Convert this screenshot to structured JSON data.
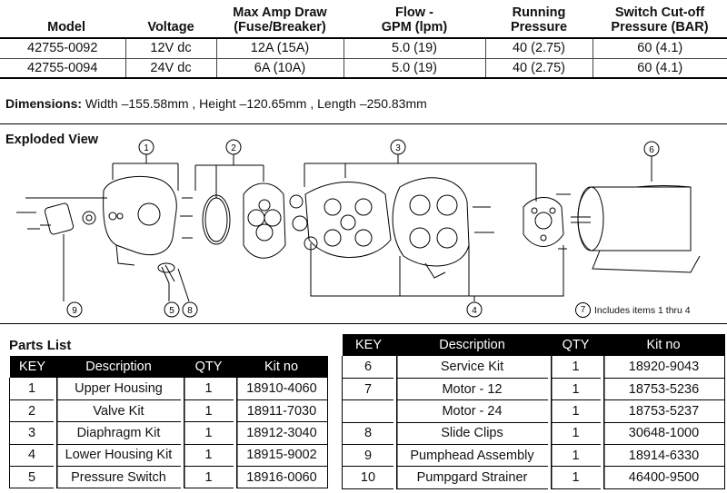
{
  "specs": {
    "headers": {
      "model": "Model",
      "voltage": "Voltage",
      "amp_line1": "Max Amp Draw",
      "amp_line2": "(Fuse/Breaker)",
      "flow_line1": "Flow -",
      "flow_line2": "GPM (lpm)",
      "running_line1": "Running",
      "running_line2": "Pressure",
      "cutoff_line1": "Switch Cut-off",
      "cutoff_line2": "Pressure (BAR)"
    },
    "rows": [
      {
        "model": "42755-0092",
        "voltage": "12V dc",
        "amp": "12A (15A)",
        "flow": "5.0 (19)",
        "running": "40 (2.75)",
        "cutoff": "60 (4.1)"
      },
      {
        "model": "42755-0094",
        "voltage": "24V dc",
        "amp": "6A (10A)",
        "flow": "5.0 (19)",
        "running": "40 (2.75)",
        "cutoff": "60 (4.1)"
      }
    ]
  },
  "dimensions": {
    "label": "Dimensions:",
    "text": "Width –155.58mm ,  Height –120.65mm ,  Length –250.83mm"
  },
  "exploded": {
    "title": "Exploded View",
    "callouts": [
      "1",
      "2",
      "3",
      "4",
      "5",
      "6",
      "8",
      "9"
    ],
    "note_number": "7",
    "note_text": "Includes items 1 thru 4"
  },
  "parts": {
    "title": "Parts List",
    "headers": {
      "key": "KEY",
      "description": "Description",
      "qty": "QTY",
      "kit": "Kit no"
    },
    "left": [
      {
        "key": "1",
        "description": "Upper Housing",
        "qty": "1",
        "kit": "18910-4060"
      },
      {
        "key": "2",
        "description": "Valve Kit",
        "qty": "1",
        "kit": "18911-7030"
      },
      {
        "key": "3",
        "description": "Diaphragm Kit",
        "qty": "1",
        "kit": "18912-3040"
      },
      {
        "key": "4",
        "description": "Lower Housing Kit",
        "qty": "1",
        "kit": "18915-9002"
      },
      {
        "key": "5",
        "description": "Pressure Switch",
        "qty": "1",
        "kit": "18916-0060"
      }
    ],
    "right": [
      {
        "key": "6",
        "description": "Service Kit",
        "qty": "1",
        "kit": "18920-9043"
      },
      {
        "key": "7",
        "description": "Motor - 12",
        "qty": "1",
        "kit": "18753-5236"
      },
      {
        "key": "",
        "description": "Motor - 24",
        "qty": "1",
        "kit": "18753-5237"
      },
      {
        "key": "8",
        "description": "Slide Clips",
        "qty": "1",
        "kit": "30648-1000"
      },
      {
        "key": "9",
        "description": "Pumphead Assembly",
        "qty": "1",
        "kit": "18914-6330"
      },
      {
        "key": "10",
        "description": "Pumpgard Strainer",
        "qty": "1",
        "kit": "46400-9500"
      }
    ]
  }
}
